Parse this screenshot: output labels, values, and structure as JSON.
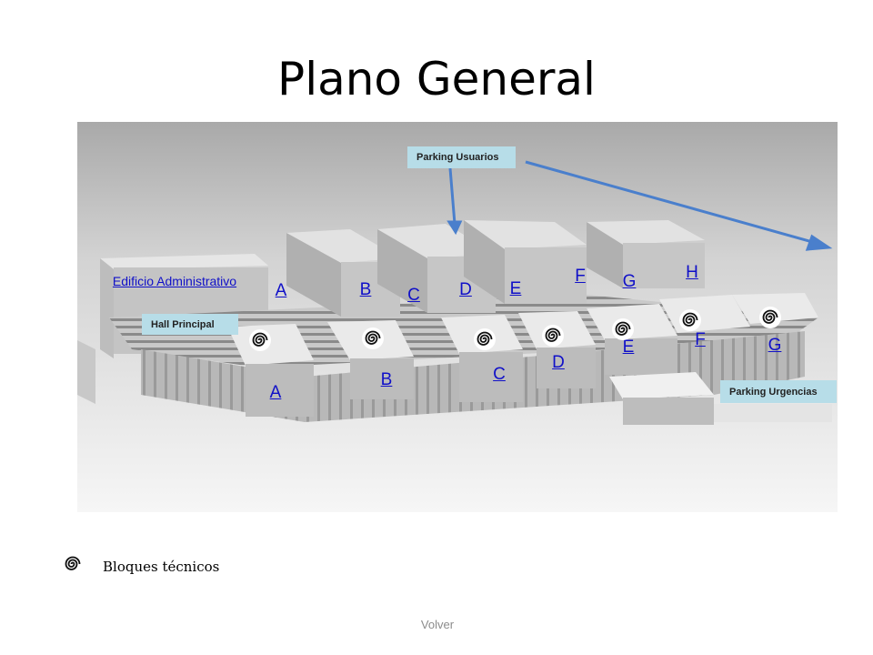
{
  "title": "Plano General",
  "labels": {
    "parking_usuarios": "Parking  Usuarios",
    "hall_principal": "Hall  Principal",
    "parking_urgencias": "Parking  Urgencias"
  },
  "links": {
    "edificio_administrativo": "Edificio Administrativo",
    "top": [
      "A",
      "B",
      "C",
      "D",
      "E",
      "F",
      "G",
      "H"
    ],
    "bottom": [
      "A",
      "B",
      "C",
      "D",
      "E",
      "F",
      "G"
    ]
  },
  "legend": {
    "icon": "spiral-icon",
    "text": "Bloques técnicos"
  },
  "footer": {
    "volver": "Volver"
  },
  "colors": {
    "link": "#1010c8",
    "label_bg": "#b7dde8",
    "arrow": "#4a7fcc"
  }
}
